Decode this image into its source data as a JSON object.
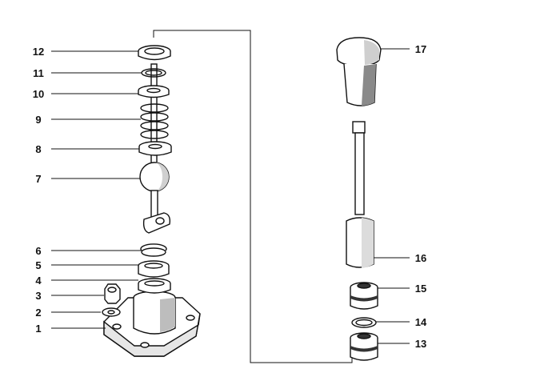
{
  "diagram": {
    "type": "exploded-parts-view",
    "callouts": [
      {
        "id": "c1",
        "number": "1"
      },
      {
        "id": "c2",
        "number": "2"
      },
      {
        "id": "c3",
        "number": "3"
      },
      {
        "id": "c4",
        "number": "4"
      },
      {
        "id": "c5",
        "number": "5"
      },
      {
        "id": "c6",
        "number": "6"
      },
      {
        "id": "c7",
        "number": "7"
      },
      {
        "id": "c8",
        "number": "8"
      },
      {
        "id": "c9",
        "number": "9"
      },
      {
        "id": "c10",
        "number": "10"
      },
      {
        "id": "c11",
        "number": "11"
      },
      {
        "id": "c12",
        "number": "12"
      },
      {
        "id": "c13",
        "number": "13"
      },
      {
        "id": "c14",
        "number": "14"
      },
      {
        "id": "c15",
        "number": "15"
      },
      {
        "id": "c16",
        "number": "16"
      },
      {
        "id": "c17",
        "number": "17"
      }
    ],
    "colors": {
      "ink": "#111111",
      "paper": "#ffffff",
      "shade": "#bdbdbd",
      "dark": "#333333"
    }
  }
}
